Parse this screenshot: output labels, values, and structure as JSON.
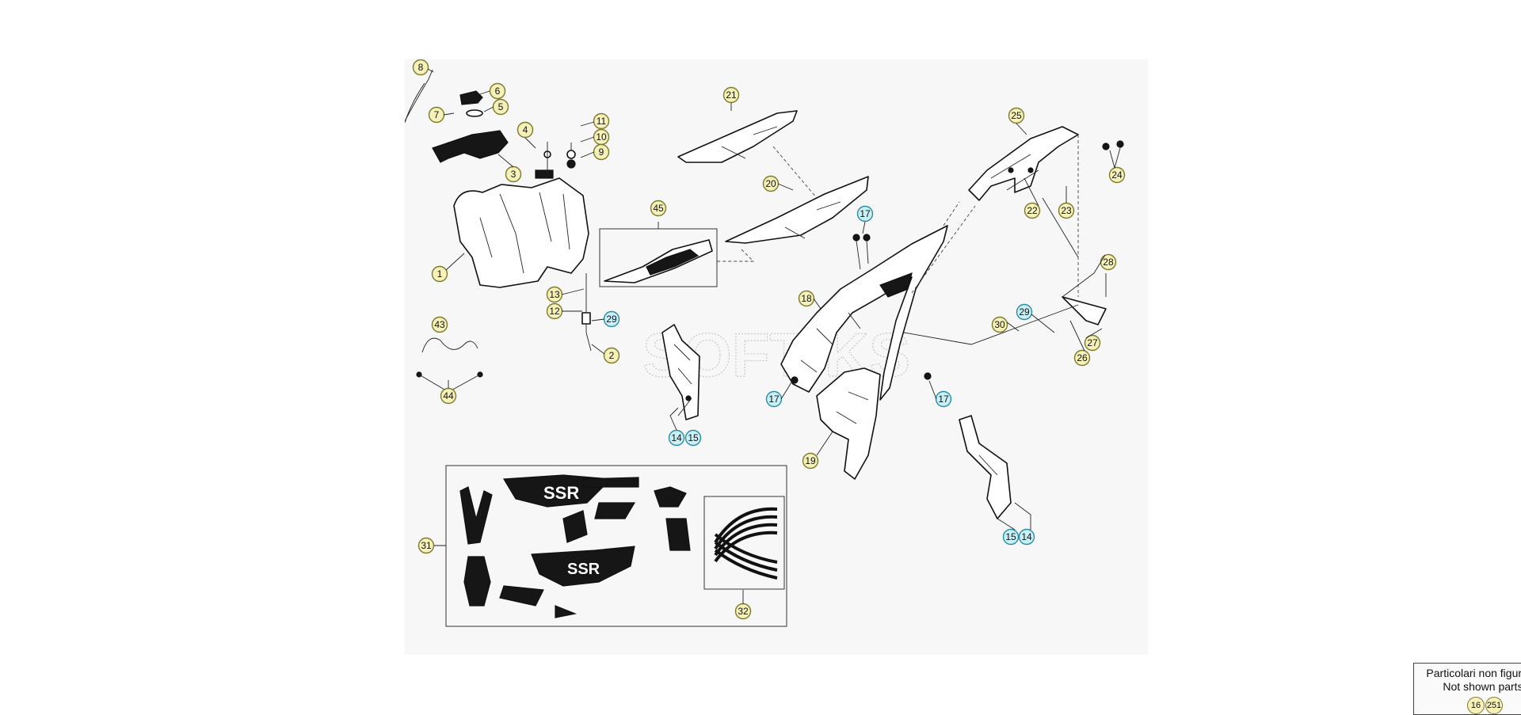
{
  "legend": {
    "line1": "Particolari non figuranti",
    "line2": "Not shown parts",
    "badges": [
      "16",
      "251"
    ]
  },
  "watermark": "SOFT KS",
  "colors": {
    "callout_yellow_fill": "#f6f1b8",
    "callout_cyan_fill": "#c9f0f6",
    "background": "#f7f7f7"
  },
  "callouts": [
    {
      "id": "c8",
      "label": "8",
      "style": "yellow"
    },
    {
      "id": "c6",
      "label": "6",
      "style": "yellow"
    },
    {
      "id": "c5",
      "label": "5",
      "style": "yellow"
    },
    {
      "id": "c7",
      "label": "7",
      "style": "yellow"
    },
    {
      "id": "c4",
      "label": "4",
      "style": "yellow"
    },
    {
      "id": "c11",
      "label": "11",
      "style": "yellow"
    },
    {
      "id": "c10",
      "label": "10",
      "style": "yellow"
    },
    {
      "id": "c9",
      "label": "9",
      "style": "yellow"
    },
    {
      "id": "c3",
      "label": "3",
      "style": "yellow"
    },
    {
      "id": "c1",
      "label": "1",
      "style": "yellow"
    },
    {
      "id": "c13",
      "label": "13",
      "style": "yellow"
    },
    {
      "id": "c12",
      "label": "12",
      "style": "yellow"
    },
    {
      "id": "c29a",
      "label": "29",
      "style": "cyan"
    },
    {
      "id": "c2",
      "label": "2",
      "style": "yellow"
    },
    {
      "id": "c43",
      "label": "43",
      "style": "yellow"
    },
    {
      "id": "c44",
      "label": "44",
      "style": "yellow"
    },
    {
      "id": "c45",
      "label": "45",
      "style": "yellow"
    },
    {
      "id": "c21",
      "label": "21",
      "style": "yellow"
    },
    {
      "id": "c20",
      "label": "20",
      "style": "yellow"
    },
    {
      "id": "c17a",
      "label": "17",
      "style": "cyan"
    },
    {
      "id": "c18",
      "label": "18",
      "style": "yellow"
    },
    {
      "id": "c17b",
      "label": "17",
      "style": "cyan"
    },
    {
      "id": "c17c",
      "label": "17",
      "style": "cyan"
    },
    {
      "id": "c19",
      "label": "19",
      "style": "yellow"
    },
    {
      "id": "c14a",
      "label": "14",
      "style": "cyan"
    },
    {
      "id": "c15a",
      "label": "15",
      "style": "cyan"
    },
    {
      "id": "c25",
      "label": "25",
      "style": "yellow"
    },
    {
      "id": "c24",
      "label": "24",
      "style": "yellow"
    },
    {
      "id": "c22",
      "label": "22",
      "style": "yellow"
    },
    {
      "id": "c23",
      "label": "23",
      "style": "yellow"
    },
    {
      "id": "c28",
      "label": "28",
      "style": "yellow"
    },
    {
      "id": "c29b",
      "label": "29",
      "style": "cyan"
    },
    {
      "id": "c30",
      "label": "30",
      "style": "yellow"
    },
    {
      "id": "c27",
      "label": "27",
      "style": "yellow"
    },
    {
      "id": "c26",
      "label": "26",
      "style": "yellow"
    },
    {
      "id": "c15b",
      "label": "15",
      "style": "cyan"
    },
    {
      "id": "c14b",
      "label": "14",
      "style": "cyan"
    },
    {
      "id": "c31",
      "label": "31",
      "style": "yellow"
    },
    {
      "id": "c32",
      "label": "32",
      "style": "yellow"
    }
  ]
}
